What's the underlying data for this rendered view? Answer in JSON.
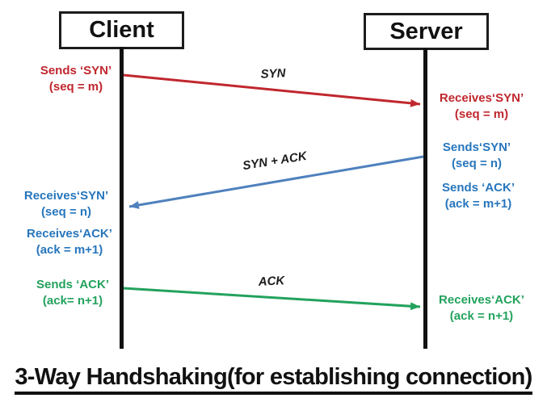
{
  "title": "3-Way Handshaking(for establishing connection)",
  "actors": {
    "client": "Client",
    "server": "Server"
  },
  "arrows": {
    "syn": {
      "label": "SYN",
      "color": "#c0272e",
      "from": "client",
      "to": "server"
    },
    "syn_ack": {
      "label": "SYN + ACK",
      "color": "#4f81bd",
      "from": "server",
      "to": "client"
    },
    "ack": {
      "label": "ACK",
      "color": "#23a25d",
      "from": "client",
      "to": "server"
    }
  },
  "annotations": {
    "client_sends_syn": {
      "line1": "Sends ‘SYN’",
      "line2": "(seq = m)",
      "color": "#c0272e"
    },
    "server_receives_syn": {
      "line1": "Receives‘SYN’",
      "line2": "(seq = m)",
      "color": "#c0272e"
    },
    "server_sends_syn": {
      "line1": "Sends‘SYN’",
      "line2": "(seq = n)",
      "color": "#2776bd"
    },
    "server_sends_ack": {
      "line1": "Sends ‘ACK’",
      "line2": "(ack = m+1)",
      "color": "#2776bd"
    },
    "client_receives_syn": {
      "line1": "Receives‘SYN’",
      "line2": "(seq = n)",
      "color": "#2776bd"
    },
    "client_receives_ack": {
      "line1": "Receives‘ACK’",
      "line2": "(ack = m+1)",
      "color": "#2776bd"
    },
    "client_sends_ack": {
      "line1": "Sends ‘ACK’",
      "line2": "(ack= n+1)",
      "color": "#23a25d"
    },
    "server_receives_ack": {
      "line1": "Receives‘ACK’",
      "line2": "(ack = n+1)",
      "color": "#23a25d"
    }
  },
  "colors": {
    "syn_arrow": "#c0272e",
    "syn_ack_arrow": "#4f81bd",
    "ack_arrow": "#23a25d",
    "red_text": "#c0272e",
    "blue_text": "#2776bd",
    "green_text": "#23a25d",
    "lifeline": "#111111"
  }
}
